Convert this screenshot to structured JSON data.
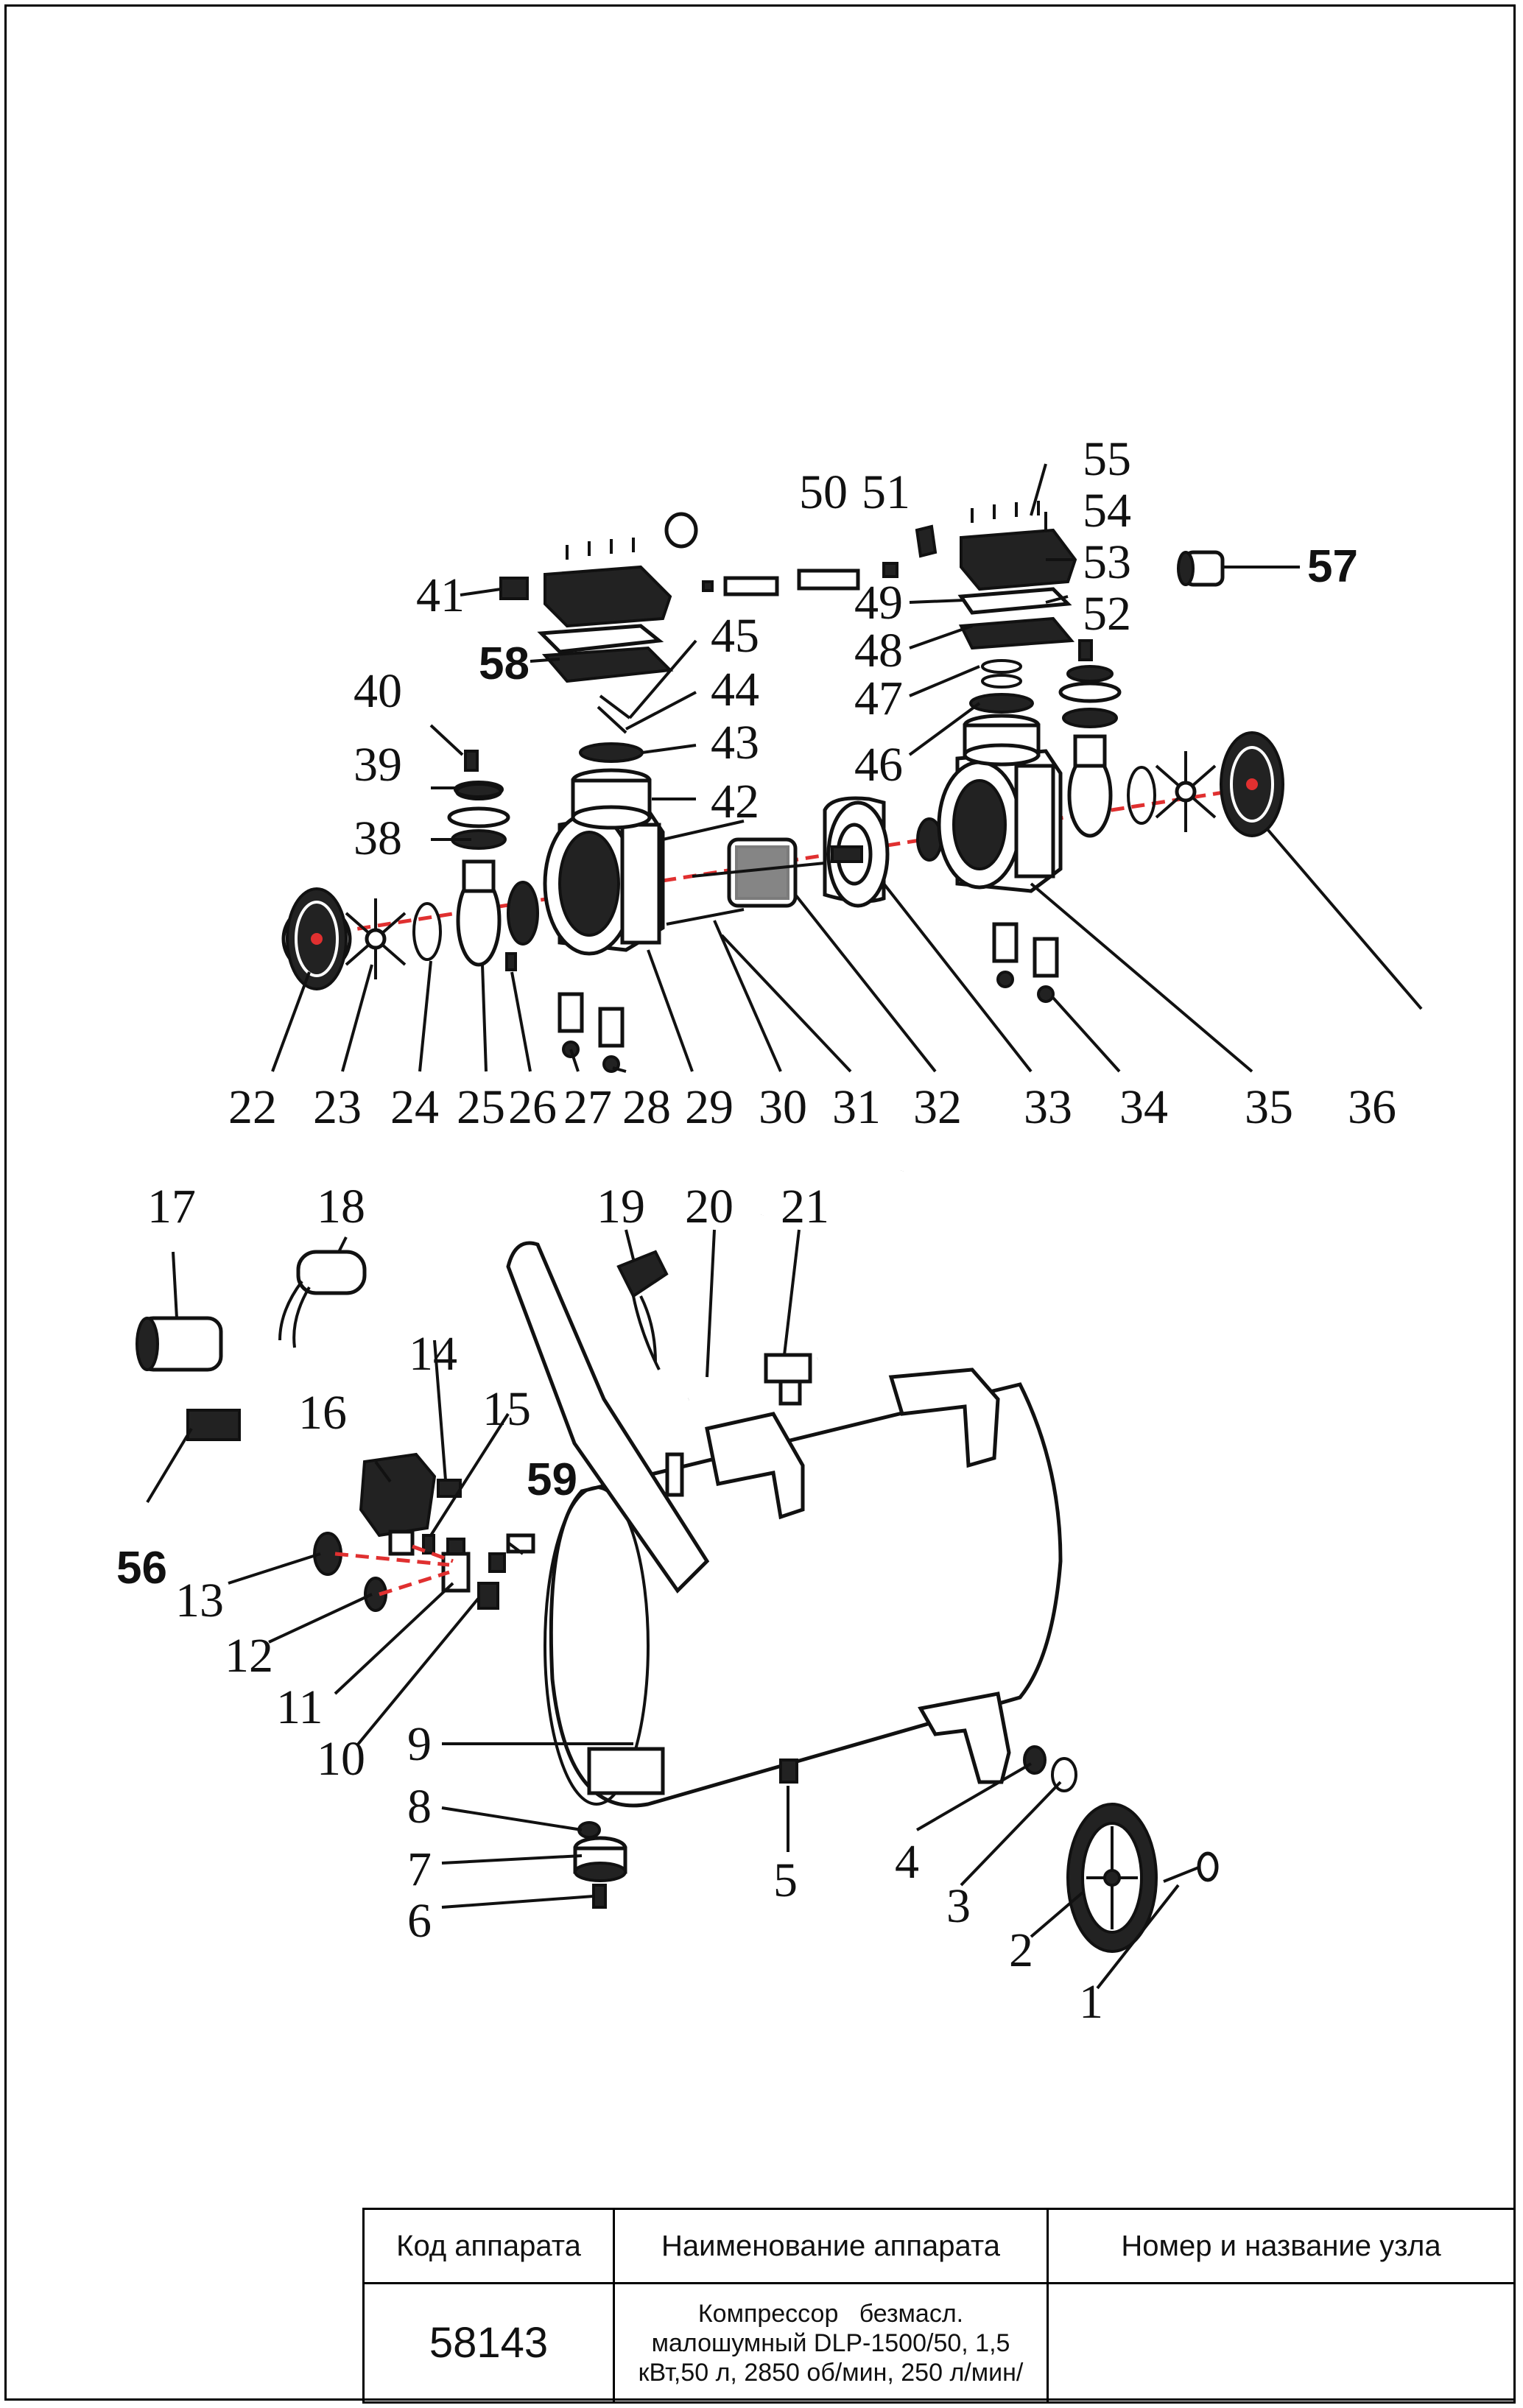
{
  "callouts": [
    "1",
    "2",
    "3",
    "4",
    "5",
    "6",
    "7",
    "8",
    "9",
    "10",
    "11",
    "12",
    "13",
    "14",
    "15",
    "16",
    "17",
    "18",
    "19",
    "20",
    "21",
    "22",
    "23",
    "24",
    "25",
    "26",
    "27",
    "28",
    "29",
    "30",
    "31",
    "32",
    "33",
    "34",
    "35",
    "36",
    "38",
    "39",
    "40",
    "41",
    "42",
    "43",
    "44",
    "45",
    "46",
    "47",
    "48",
    "49",
    "50",
    "51",
    "52",
    "53",
    "54",
    "55",
    "56",
    "57",
    "58",
    "59"
  ],
  "title_block": {
    "headers": {
      "code": "Код аппарата",
      "name": "Наименование аппарата",
      "unit": "Номер и название узла"
    },
    "values": {
      "code": "58143",
      "name_line1": "Компрессор   безмасл.",
      "name_line2": "малошумный DLP-1500/50, 1,5",
      "name_line3": "кВт,50 л, 2850 об/мин, 250 л/мин/",
      "unit": ""
    }
  }
}
